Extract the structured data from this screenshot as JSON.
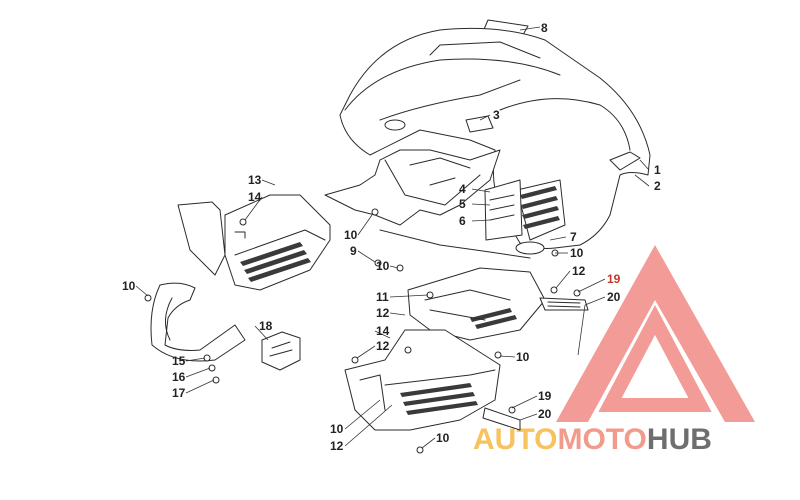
{
  "callouts": [
    "1",
    "2",
    "3",
    "4",
    "5",
    "6",
    "7",
    "8",
    "9",
    "10",
    "10",
    "10",
    "10",
    "10",
    "10",
    "10",
    "11",
    "12",
    "12",
    "12",
    "12",
    "13",
    "14",
    "14",
    "15",
    "16",
    "17",
    "18",
    "19",
    "19",
    "20",
    "20"
  ],
  "logo": {
    "part1": "AUTO",
    "part2": "MOTO",
    "part3": "HUB",
    "color1": "#f5b942",
    "color2": "#f08a7a",
    "color3": "#555555",
    "triangle_color": "#f08a86"
  }
}
